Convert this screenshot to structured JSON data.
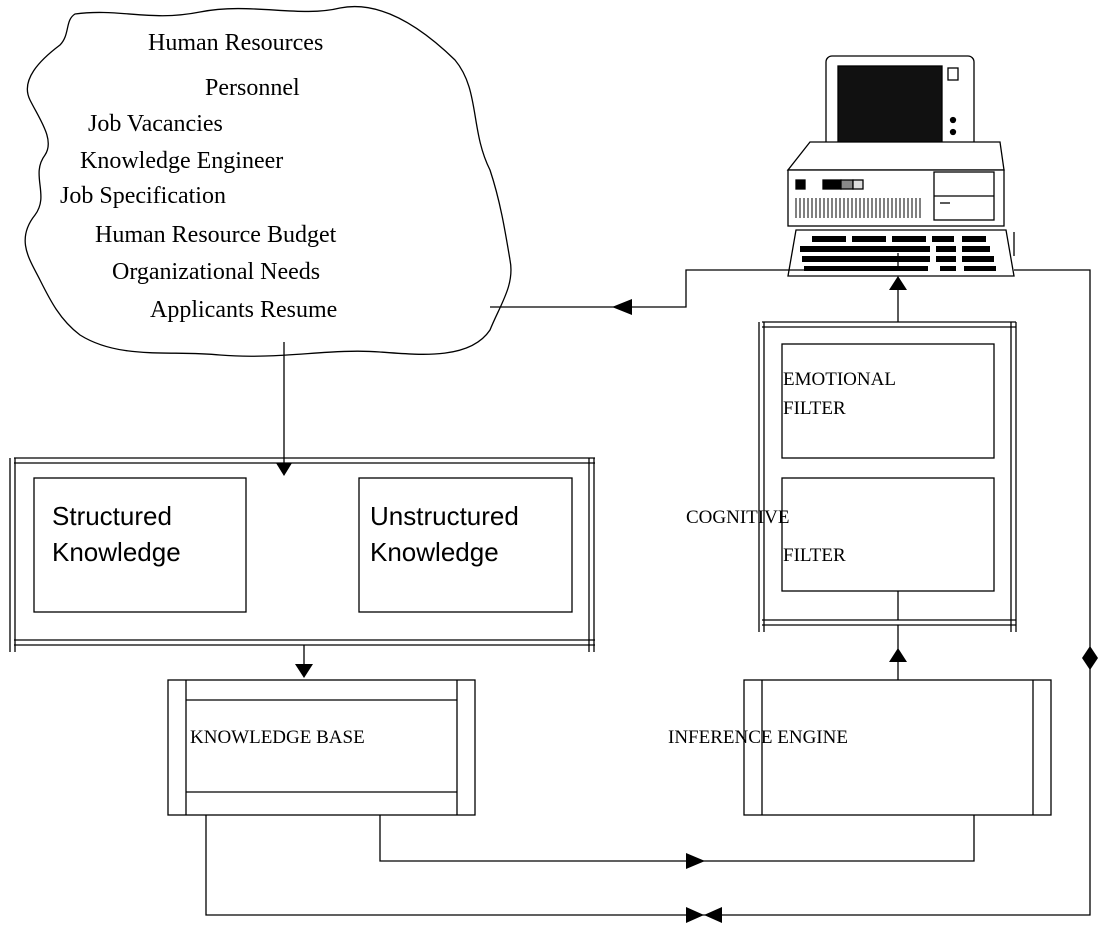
{
  "cloud": {
    "lines": [
      "Human Resources",
      "Personnel",
      "Job Vacancies",
      "Knowledge Engineer",
      "Job Specification",
      "Human Resource Budget",
      "Organizational Needs",
      "Applicants Resume"
    ]
  },
  "knowledge_panel": {
    "structured": [
      "Structured",
      "Knowledge"
    ],
    "unstructured": [
      "Unstructured",
      "Knowledge"
    ]
  },
  "filters": {
    "emotional": [
      "EMOTIONAL",
      "FILTER"
    ],
    "cognitive": [
      "COGNITIVE",
      "FILTER"
    ]
  },
  "knowledge_base": {
    "label": "KNOWLEDGE BASE"
  },
  "inference_engine": {
    "label": "INFERENCE ENGINE"
  },
  "computer": {
    "icon": "computer-terminal-icon"
  },
  "colors": {
    "stroke": "#000000",
    "background": "#ffffff",
    "screen": "#111111"
  }
}
